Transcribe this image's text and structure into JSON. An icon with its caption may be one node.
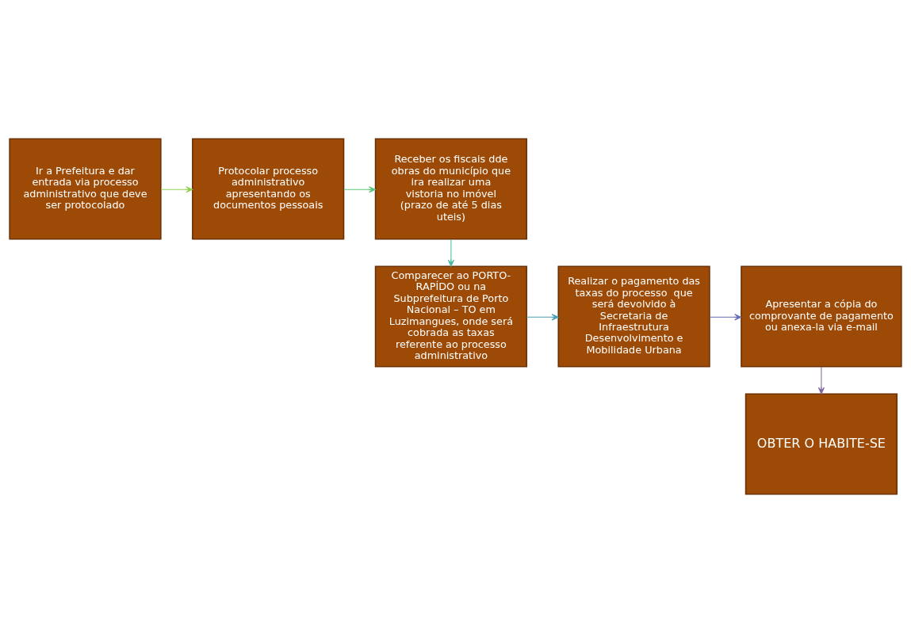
{
  "diagram": {
    "nodes": [
      {
        "text": [
          "Ir a Prefeitura e dar entrada via processo administrativo que deve ser protocolado"
        ]
      },
      {
        "text": [
          "Protocolar processo administrativo apresentando os documentos pessoais"
        ]
      },
      {
        "text": [
          "Receber os fiscais dde obras do município que ira realizar uma vistoria no imóvel (prazo de até 5 dias uteis)"
        ]
      },
      {
        "text": [
          "Comparecer ao PORTO-RAPÍDO ou na Subprefeitura de Porto Nacional – TO em Luzimangues, onde será cobrada as taxas referente ao processo administrativo"
        ]
      },
      {
        "text": [
          "Realizar o pagamento das taxas do processo  que será devolvido à Secretaria de Infraestrutura Desenvolvimento e Mobilidade Urbana"
        ]
      },
      {
        "text": [
          "Apresentar a cópia do comprovante de pagamento ou anexa-la via e-mail"
        ]
      },
      {
        "text": [
          "OBTER O HABITE-SE"
        ]
      }
    ],
    "edges": [
      {
        "from": 0,
        "to": 1,
        "arrow": "to",
        "color": "#92d050"
      },
      {
        "from": 1,
        "to": 2,
        "arrow": "to",
        "color": "#5cc47a"
      },
      {
        "from": 2,
        "to": 3,
        "arrow": "to",
        "color": "#4bb8a0"
      },
      {
        "from": 3,
        "to": 4,
        "arrow": "to",
        "color": "#4a9fb5"
      },
      {
        "from": 4,
        "to": 5,
        "arrow": "to",
        "color": "#6a6fb5"
      },
      {
        "from": 5,
        "to": 6,
        "arrow": "to",
        "color": "#8064a2"
      }
    ]
  }
}
